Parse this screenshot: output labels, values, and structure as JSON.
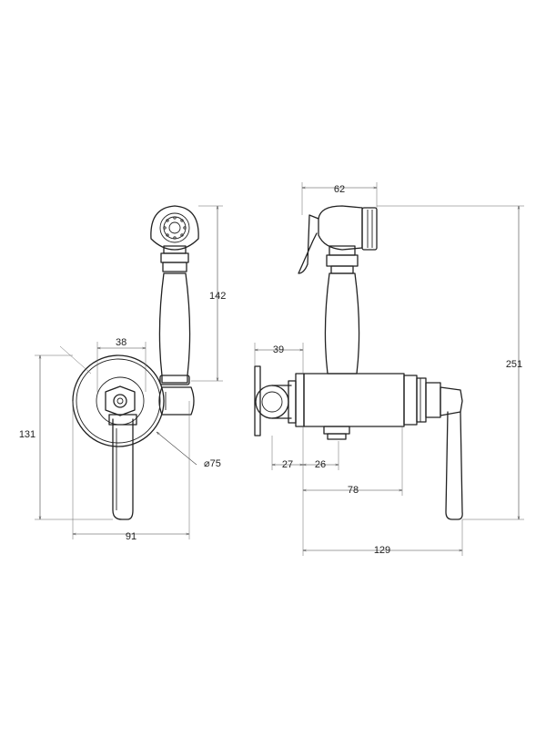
{
  "dimensions": {
    "front_shower_height": "142",
    "front_handle_offset": "38",
    "front_total_height": "131",
    "front_plate_diameter": "⌀75",
    "front_total_width": "91",
    "side_shower_width": "62",
    "side_outlet_offset": "39",
    "side_total_height": "251",
    "side_plate_offset": "27",
    "side_outlet_width": "26",
    "side_body_length": "78",
    "side_total_depth": "129"
  },
  "colors": {
    "line": "#222222",
    "background": "#ffffff"
  }
}
